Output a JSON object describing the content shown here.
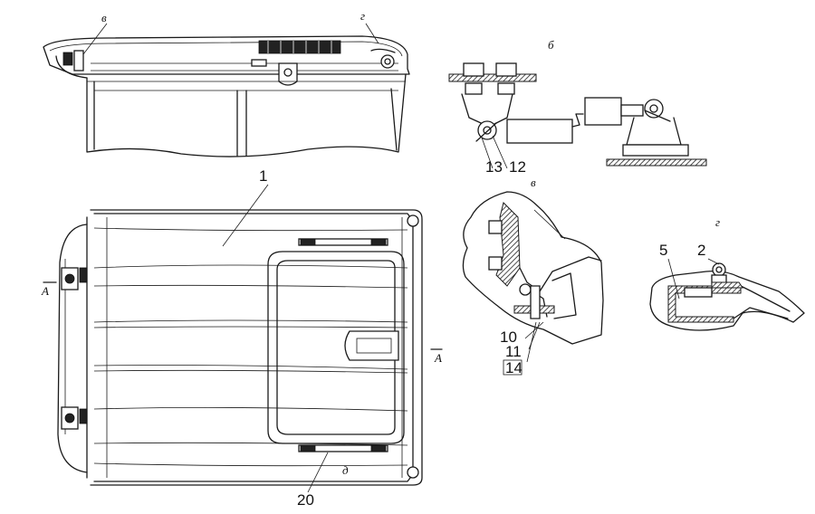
{
  "views": {
    "b": "б",
    "v": "в",
    "g": "г",
    "d": "д"
  },
  "section_mark": "А",
  "callouts": {
    "c1": "1",
    "c2": "2",
    "c5": "5",
    "c10": "10",
    "c11": "11",
    "c12": "12",
    "c13": "13",
    "c14": "14",
    "c20": "20"
  }
}
